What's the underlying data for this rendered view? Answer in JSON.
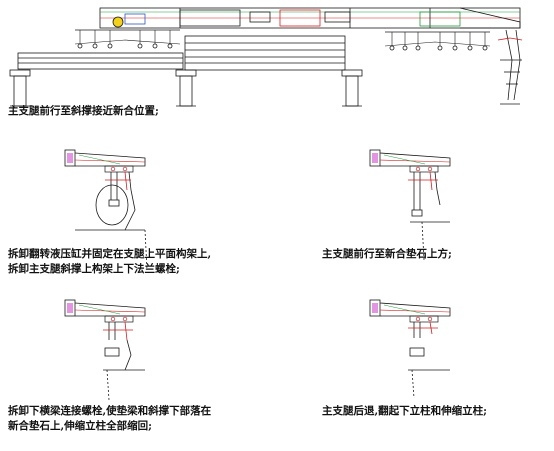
{
  "captions": {
    "step1": "主支腿前行至斜撑接近新合位置;",
    "step2_line1": "拆卸翻转液压缸并固定在支腿上平面构架上,",
    "step2_line2": "拆卸主支腿斜撑上构架上下法兰螺栓;",
    "step3": "主支腿前行至新合垫石上方;",
    "step4_line1": "拆卸下横梁连接螺栓,使垫梁和斜撑下部落在",
    "step4_line2": "新合垫石上,伸缩立柱全部缩回;",
    "step5": "主支腿后退,翻起下立柱和伸缩立柱;"
  },
  "colors": {
    "line": "#1a1a1a",
    "accent_red": "#d21f1f",
    "accent_green": "#1f9a3a",
    "accent_yellow": "#f2d21b",
    "accent_blue": "#2a55c8",
    "accent_magenta": "#c82ac8"
  }
}
